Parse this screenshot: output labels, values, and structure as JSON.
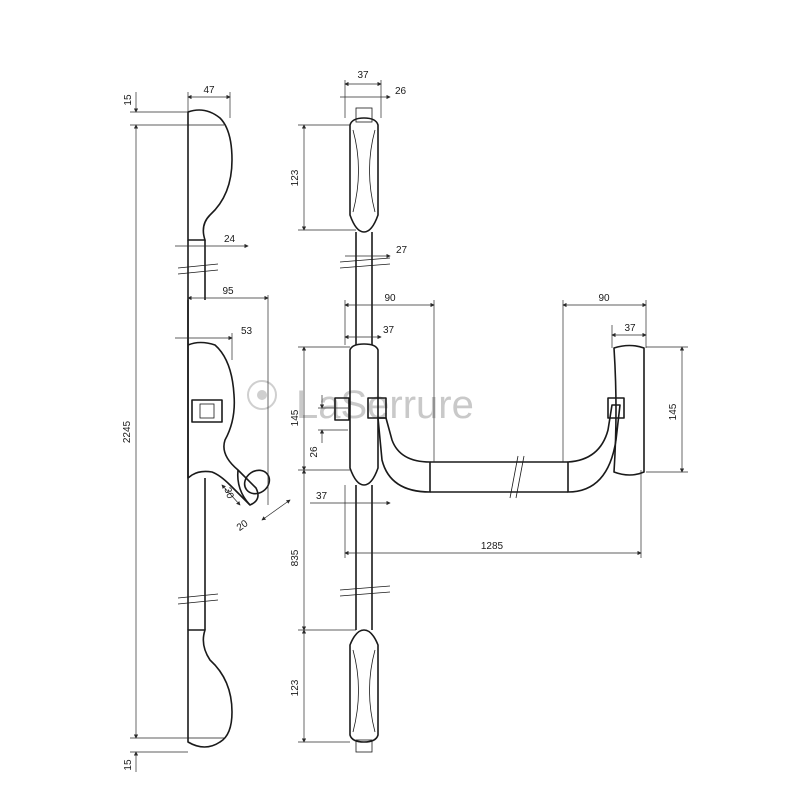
{
  "watermark": {
    "text": "LaSerrure"
  },
  "dimensions": {
    "top_gap": "15",
    "bottom_gap": "15",
    "total_height": "2245",
    "side_top_width": "47",
    "side_rod_width": "24",
    "side_handle_depth": "95",
    "side_case_depth": "53",
    "push_bar_diameter": "30",
    "push_bar_offset": "20",
    "front_top_width": "37",
    "front_top_inner": "26",
    "front_top_bolt_height": "123",
    "front_rod_width": "27",
    "left_case_projection": "90",
    "left_case_width": "37",
    "case_height": "145",
    "case_slot": "26",
    "lower_bar_width": "37",
    "case_to_bottom_bolt": "835",
    "bottom_bolt_height": "123",
    "bar_length": "1285",
    "right_case_projection": "90",
    "right_case_width": "37",
    "right_case_height": "145"
  }
}
